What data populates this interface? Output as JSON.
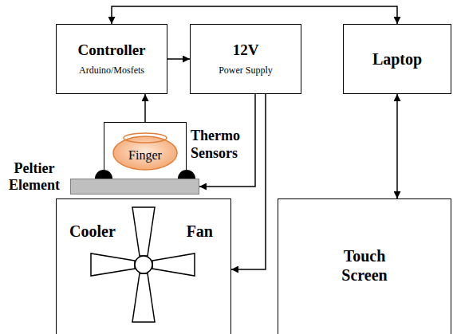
{
  "diagram": {
    "nodes": [
      {
        "text": [
          "Controller",
          "Arduino/Mosfets"
        ]
      },
      {
        "text": [
          "12V",
          "Power Supply"
        ]
      },
      {
        "text": [
          "Laptop"
        ]
      },
      {
        "text": [
          "Peltier Element"
        ]
      },
      {
        "text": [
          "Finger"
        ]
      },
      {
        "text": [
          "Thermo Sensors"
        ]
      },
      {
        "text": [
          "Cooler",
          "Fan"
        ]
      },
      {
        "text": [
          "Touch Screen"
        ]
      }
    ],
    "edges": [
      {
        "from": 0,
        "to": 1,
        "arrow": "to"
      },
      {
        "from": 0,
        "to": 2,
        "arrow": "both"
      },
      {
        "from": 2,
        "to": 7,
        "arrow": "both"
      },
      {
        "from": 1,
        "to": 3,
        "arrow": "to"
      },
      {
        "from": 1,
        "to": 6,
        "arrow": "to"
      },
      {
        "from": 5,
        "to": 0,
        "arrow": "to"
      }
    ]
  }
}
